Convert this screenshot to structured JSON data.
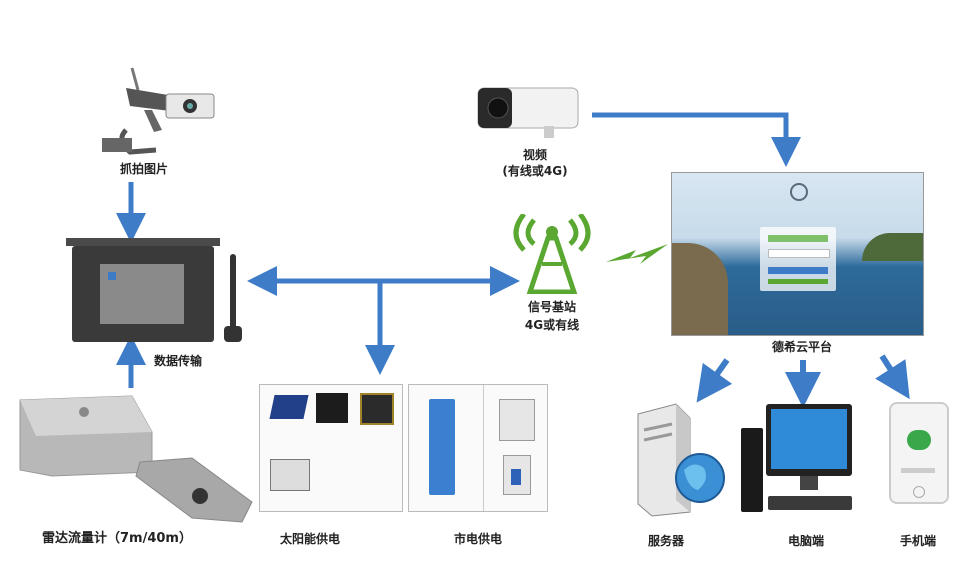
{
  "nodes": {
    "capture_camera": {
      "label": "抓拍图片"
    },
    "video_camera": {
      "label_line1": "视频",
      "label_line2": "(有线或4G)"
    },
    "data_transmission": {
      "label": "数据传输"
    },
    "base_station": {
      "label_line1": "信号基站",
      "label_line2": "4G或有线"
    },
    "cloud_platform": {
      "label": "德希云平台"
    },
    "radar_flowmeter": {
      "label": "雷达流量计（7m/40m）"
    },
    "solar_power": {
      "label": "太阳能供电"
    },
    "mains_power": {
      "label": "市电供电"
    },
    "server": {
      "label": "服务器"
    },
    "computer": {
      "label": "电脑端"
    },
    "mobile": {
      "label": "手机端"
    }
  },
  "colors": {
    "arrow": "#3e7cc8",
    "signal": "#5aa832",
    "sea": "#2d6a9a"
  }
}
